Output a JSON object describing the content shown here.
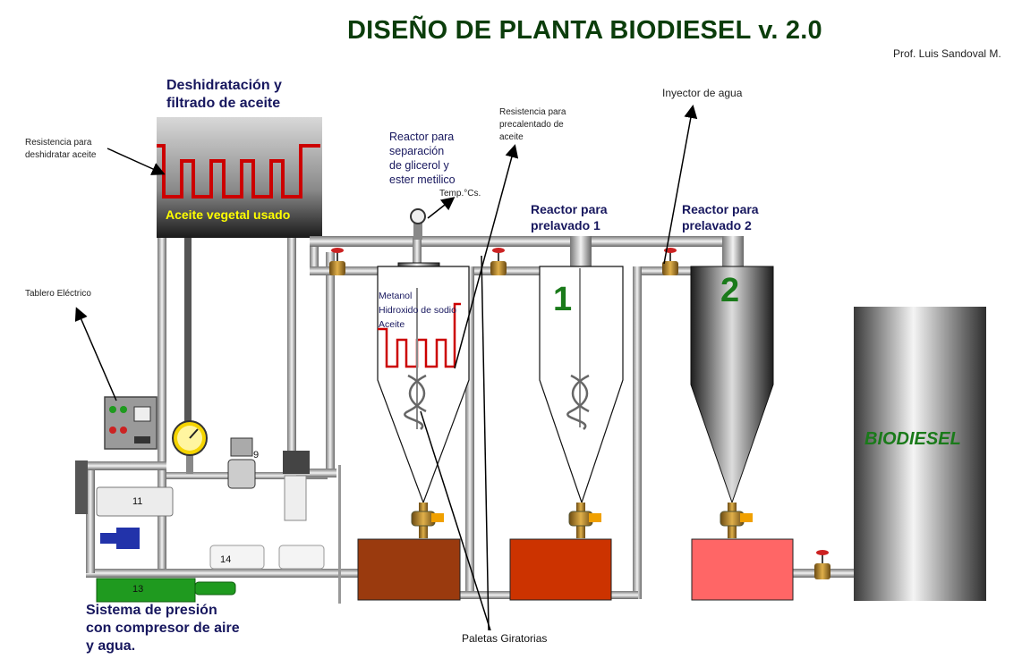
{
  "title": "DISEÑO DE PLANTA BIODIESEL v. 2.0",
  "author": "Prof. Luis Sandoval M.",
  "labels": {
    "dehydration": [
      "Deshidratación y",
      "filtrado de aceite"
    ],
    "resistance_dehydrate": [
      "Resistencia para",
      "deshidratar aceite"
    ],
    "used_oil": "Aceite vegetal usado",
    "electric_panel": "Tablero Eléctrico",
    "reactor_separation": [
      "Reactor para",
      "separación",
      "de glicerol y",
      "ester metilico"
    ],
    "temp": "Temp.°Cs.",
    "resistance_preheat": [
      "Resistencia para",
      "precalentado de",
      "aceite"
    ],
    "water_injector": "Inyector de agua",
    "prewash1": [
      "Reactor para",
      "prelavado 1"
    ],
    "prewash2": [
      "Reactor para",
      "prelavado 2"
    ],
    "reactor_contents": [
      "Metanol",
      "Hidroxido de sodio",
      "Aceite"
    ],
    "reactor1_number": "1",
    "reactor2_number": "2",
    "biodiesel": "BIODIESEL",
    "pressure_system": [
      "Sistema de presión",
      "con compresor de aire",
      "y agua."
    ],
    "rotating_paddles": "Paletas Giratorias",
    "component_9": "9",
    "component_11": "11",
    "component_13": "13",
    "component_14": "14"
  },
  "colors": {
    "title": "#0b3d0b",
    "label": "#17175e",
    "heater": "#cc0000",
    "used_oil_text": "#ffff00",
    "number": "#1a7a1a",
    "tank1": "#9a3a0e",
    "tank2": "#cc3300",
    "tank3": "#ff6666",
    "compressor": "#1f9a1f"
  }
}
